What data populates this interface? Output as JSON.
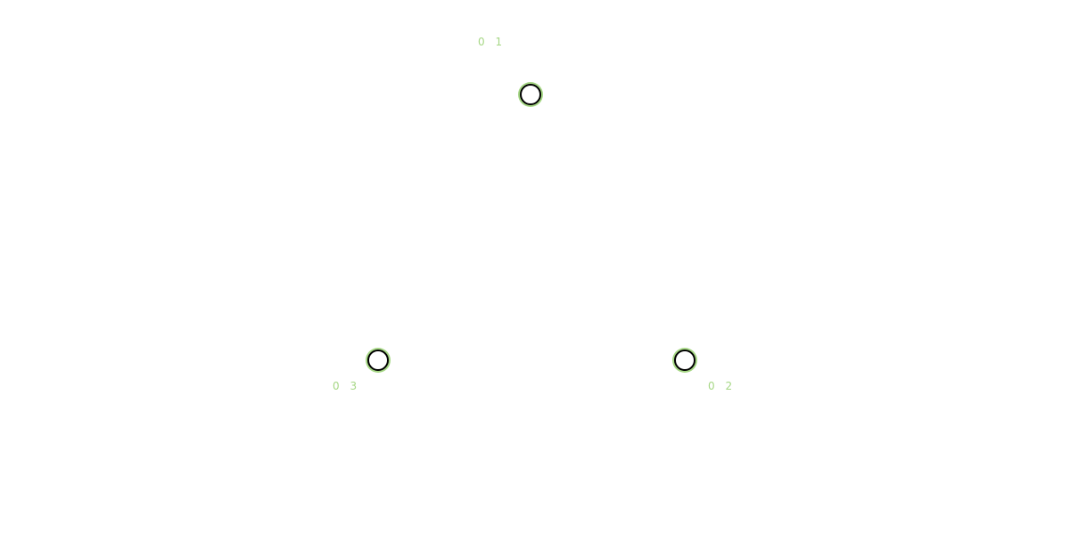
{
  "diagram": {
    "nodes": [
      {
        "label": "0 1"
      },
      {
        "label": "0 2"
      },
      {
        "label": "0 3"
      }
    ]
  },
  "colors": {
    "node_stroke": "#000000",
    "node_fill": "#ffffff",
    "accent_green": "#a6d785",
    "background": "#ffffff"
  }
}
